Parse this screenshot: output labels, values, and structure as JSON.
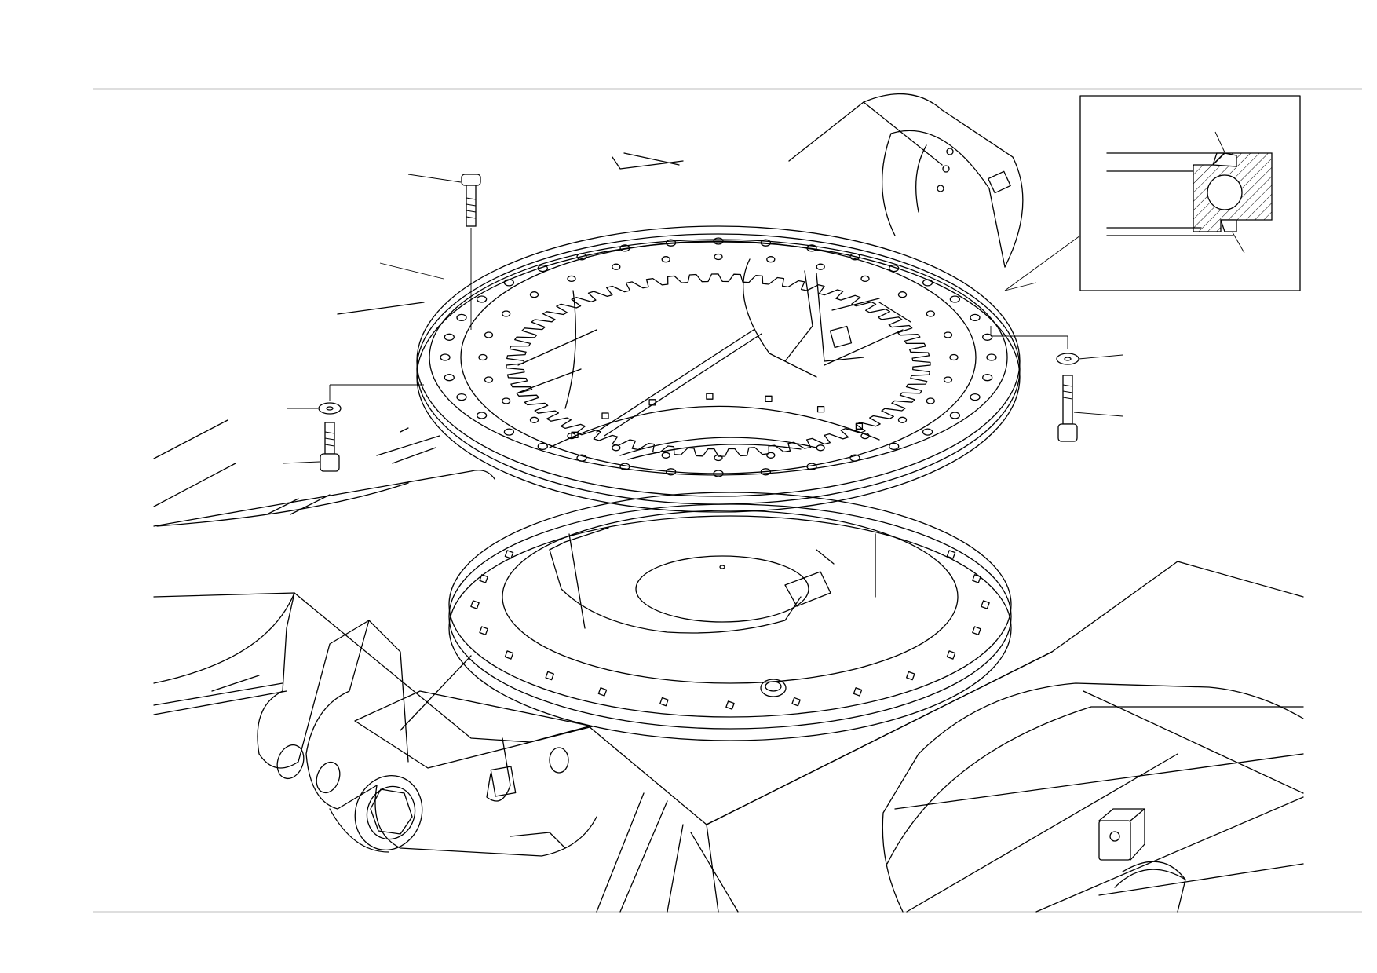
{
  "document": {
    "type": "exploded-parts-diagram"
  },
  "palette": {
    "line": "#000000",
    "frame": "#bdbdbd",
    "background": "#ffffff"
  },
  "bearing": {
    "bolt_holes_outer": 36,
    "gear_teeth": 60,
    "lower_ring_holes": 24
  }
}
